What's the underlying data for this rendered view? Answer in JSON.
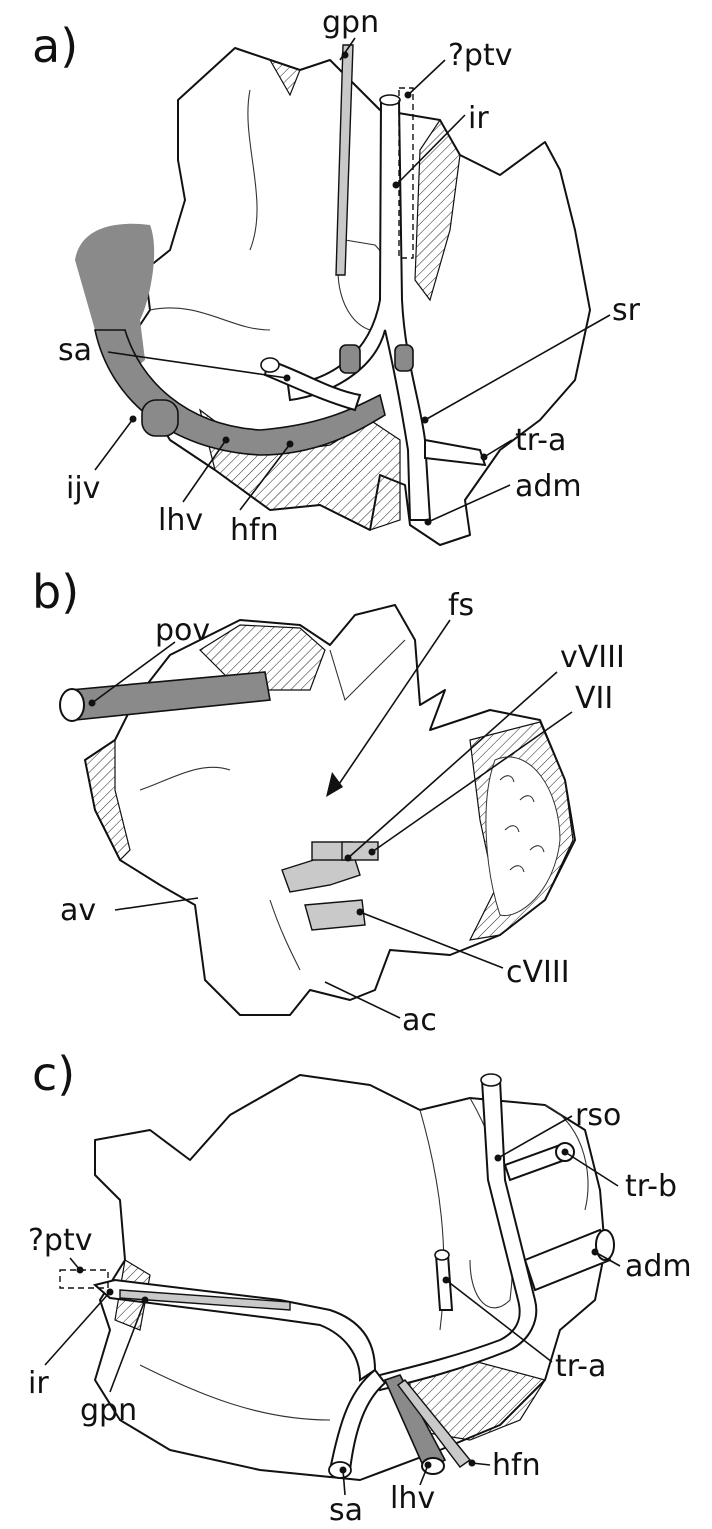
{
  "panels": {
    "a": {
      "letter": "a)",
      "labels": {
        "gpn": "gpn",
        "ptv": "?ptv",
        "ir": "ir",
        "sr": "sr",
        "sa": "sa",
        "tra": "tr-a",
        "adm": "adm",
        "ijv": "ijv",
        "lhv": "lhv",
        "hfn": "hfn"
      }
    },
    "b": {
      "letter": "b)",
      "labels": {
        "pov": "pov",
        "fs": "fs",
        "vviii": "vVIII",
        "vii": "VII",
        "av": "av",
        "cviii": "cVIII",
        "ac": "ac"
      }
    },
    "c": {
      "letter": "c)",
      "labels": {
        "rso": "rso",
        "trb": "tr-b",
        "adm": "adm",
        "ptv": "?ptv",
        "tra": "tr-a",
        "ir": "ir",
        "gpn": "gpn",
        "hfn": "hfn",
        "sa": "sa",
        "lhv": "lhv"
      }
    }
  },
  "colors": {
    "ink": "#111111",
    "vessel_dark": "#8a8a8a",
    "vessel_light": "#c9c9c9",
    "bone": "#ffffff"
  }
}
